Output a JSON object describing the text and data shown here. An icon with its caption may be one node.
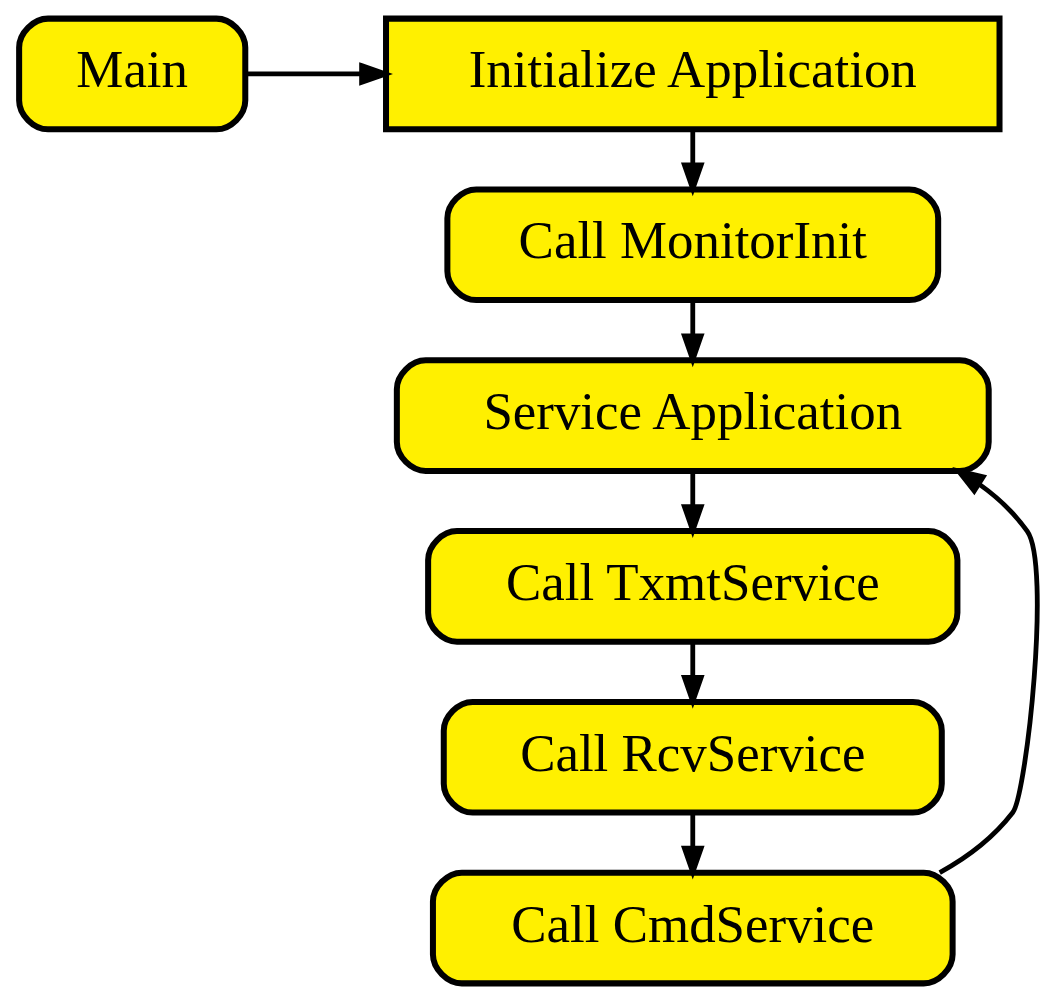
{
  "diagram": {
    "nodes": [
      {
        "text": [
          "Main"
        ]
      },
      {
        "text": [
          "Initialize Application"
        ]
      },
      {
        "text": [
          "Call MonitorInit"
        ]
      },
      {
        "text": [
          "Service Application"
        ]
      },
      {
        "text": [
          "Call TxmtService"
        ]
      },
      {
        "text": [
          "Call RcvService"
        ]
      },
      {
        "text": [
          "Call CmdService"
        ]
      }
    ],
    "edges": [
      {
        "from": 0,
        "to": 1,
        "arrow": "to"
      },
      {
        "from": 1,
        "to": 2,
        "arrow": "to"
      },
      {
        "from": 2,
        "to": 3,
        "arrow": "to"
      },
      {
        "from": 3,
        "to": 4,
        "arrow": "to"
      },
      {
        "from": 4,
        "to": 5,
        "arrow": "to"
      },
      {
        "from": 5,
        "to": 6,
        "arrow": "to"
      },
      {
        "from": 6,
        "to": 3,
        "arrow": "to"
      }
    ]
  }
}
